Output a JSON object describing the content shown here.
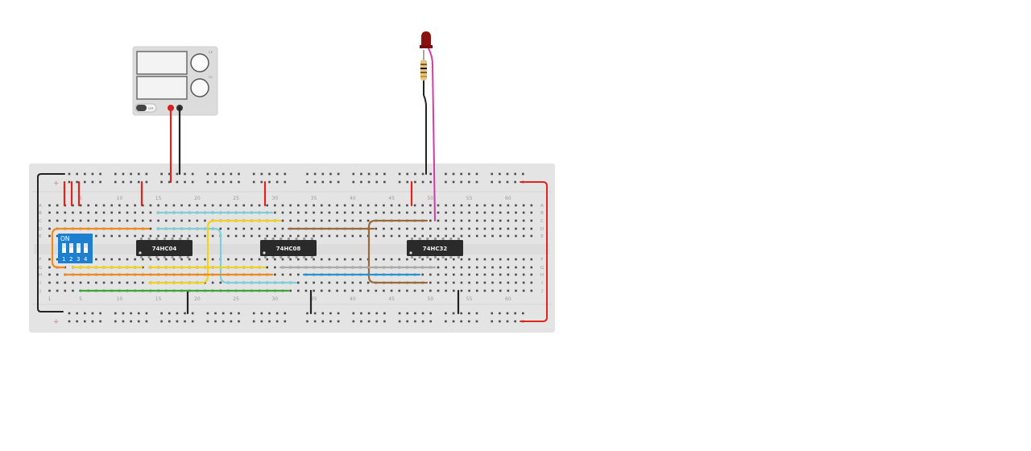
{
  "power_supply": {
    "labels": [
      "CV",
      "CC",
      "OFF"
    ],
    "colors": {
      "body": "#dedede",
      "lcd": "#f2f2f2",
      "knob": "#fafafa"
    }
  },
  "breadboard": {
    "top_numbers": [
      "5",
      "10",
      "15",
      "20",
      "25",
      "30",
      "35",
      "40",
      "45",
      "50",
      "55",
      "60"
    ],
    "bottom_numbers": [
      "1",
      "5",
      "10",
      "15",
      "20",
      "25",
      "30",
      "35",
      "40",
      "45",
      "50",
      "55",
      "60"
    ],
    "row_letters_top": [
      "A",
      "B",
      "C",
      "D",
      "E"
    ],
    "row_letters_bottom": [
      "F",
      "G",
      "H",
      "I",
      "J"
    ],
    "rail_plus": "+"
  },
  "chips": [
    {
      "label": "74HC04"
    },
    {
      "label": "74HC08"
    },
    {
      "label": "74HC32"
    }
  ],
  "dip_switch": {
    "on_label": "ON",
    "numbers": [
      "1",
      "2",
      "3",
      "4"
    ],
    "color": "#1e7fd0"
  },
  "led": {
    "color": "#8b1010"
  },
  "resistor": {
    "bands": [
      "#8a5a12",
      "#111111",
      "#8a5a12",
      "#c89a2a"
    ]
  },
  "wire_colors": {
    "red": "#e0251f",
    "black": "#222222",
    "orange": "#f08a1a",
    "yellow": "#f2d21a",
    "turquoise": "#7ecfdc",
    "brown": "#9b6a3c",
    "grey": "#aaaaaa",
    "blue": "#2493d6",
    "green": "#3aa832",
    "pink": "#d23ca6"
  }
}
